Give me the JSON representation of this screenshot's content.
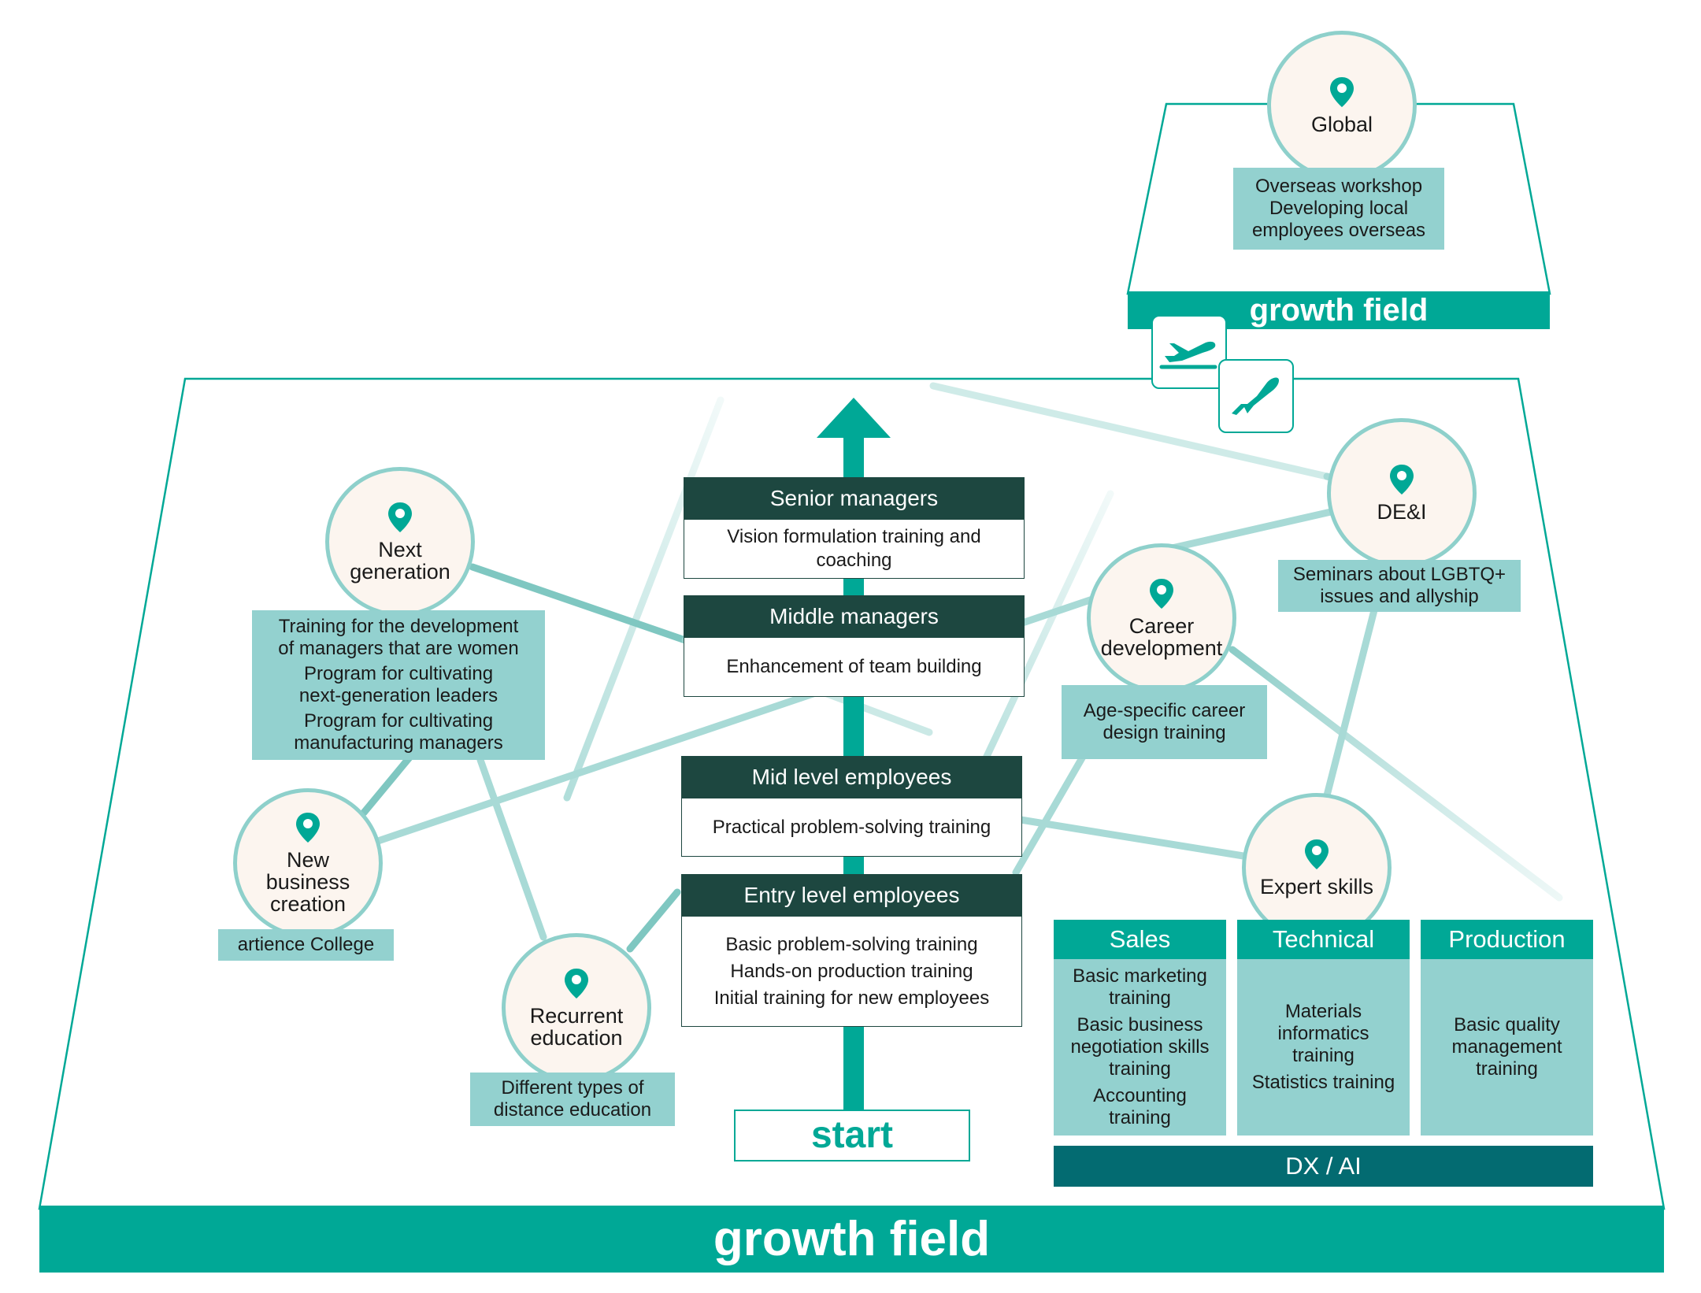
{
  "banners": {
    "main": "growth field",
    "top": "growth field"
  },
  "start": "start",
  "ladder": [
    {
      "title": "Senior managers",
      "items": [
        "Vision formulation training and",
        "coaching"
      ]
    },
    {
      "title": "Middle managers",
      "items": [
        "Enhancement of team building"
      ]
    },
    {
      "title": "Mid level employees",
      "items": [
        "Practical problem-solving training"
      ]
    },
    {
      "title": "Entry level employees",
      "items": [
        "Basic problem-solving training",
        "Hands-on production training",
        "Initial training for new employees"
      ]
    }
  ],
  "nodes": {
    "global": {
      "label": "Global",
      "info": [
        "Overseas workshop",
        "Developing local",
        "employees overseas"
      ]
    },
    "dei": {
      "label": "DE&I",
      "info": [
        "Seminars about LGBTQ+",
        "issues and allyship"
      ]
    },
    "next_generation": {
      "label": "Next\ngeneration",
      "info": [
        "Training for the development",
        "of managers that are women",
        "Program for cultivating",
        "next-generation leaders",
        "Program for cultivating",
        "manufacturing managers"
      ]
    },
    "career_development": {
      "label": "Career\ndevelopment",
      "info": [
        "Age-specific career",
        "design training"
      ]
    },
    "new_business": {
      "label": "New\nbusiness\ncreation",
      "info": [
        "artience College"
      ]
    },
    "recurrent_education": {
      "label": "Recurrent\neducation",
      "info": [
        "Different types of",
        "distance education"
      ]
    },
    "expert_skills": {
      "label": "Expert skills"
    }
  },
  "skills": [
    {
      "title": "Sales",
      "items": [
        "Basic marketing",
        "training",
        "Basic business",
        "negotiation skills",
        "training",
        "Accounting",
        "training"
      ]
    },
    {
      "title": "Technical",
      "items": [
        "Materials",
        "informatics",
        "training",
        "Statistics training"
      ]
    },
    {
      "title": "Production",
      "items": [
        "Basic quality",
        "management",
        "training"
      ]
    }
  ],
  "dx_bar": "DX / AI",
  "icons": {
    "pin": "map-pin-icon",
    "takeoff": "airplane-takeoff-icon",
    "landing": "airplane-landing-icon"
  },
  "colors": {
    "teal": "#00a896",
    "dark_green": "#1d4740",
    "light_teal": "#93d1cf",
    "node_fill": "#fcf5ef",
    "dx": "#036b71"
  }
}
